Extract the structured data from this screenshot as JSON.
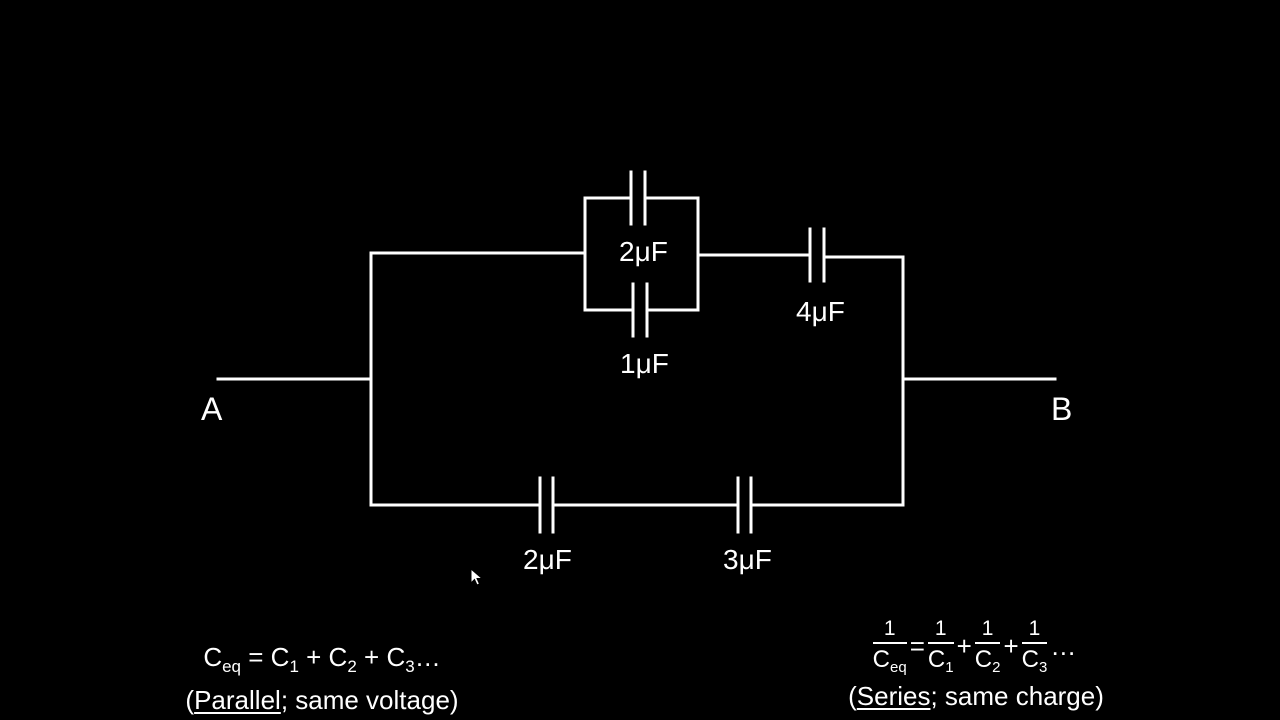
{
  "nodes": {
    "a": "A",
    "b": "B"
  },
  "capacitors": {
    "top_parallel_upper": "2μF",
    "top_parallel_lower": "1μF",
    "top_series": "4μF",
    "bottom_left": "2μF",
    "bottom_right": "3μF"
  },
  "parallel_rule": {
    "c": "C",
    "eq_sub": "eq",
    "eq_sign": " = ",
    "c1": "C",
    "sub1": "1",
    "plus1": " + ",
    "c2": "C",
    "sub2": "2",
    "plus2": " + ",
    "c3": "C",
    "sub3": "3",
    "dots": "…",
    "open_paren": "(",
    "keyword": "Parallel",
    "rest": "; same voltage)"
  },
  "series_rule": {
    "one": "1",
    "c": "C",
    "eq_sub": "eq",
    "eq_sign": "=",
    "sub1": "1",
    "sub2": "2",
    "sub3": "3",
    "plus": "+",
    "dots": "…",
    "open_paren": "(",
    "keyword": "Series",
    "rest": "; same charge)"
  },
  "colors": {
    "background": "#000000",
    "wire": "#ffffff",
    "text": "#ffffff"
  }
}
